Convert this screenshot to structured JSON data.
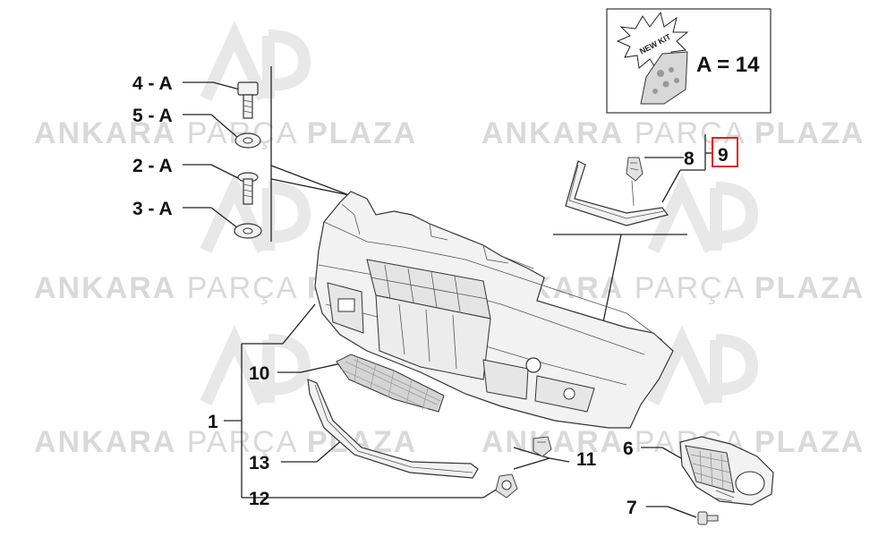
{
  "watermark": {
    "word1": "ANKARA",
    "word2": "PARÇA",
    "word3": "PLAZA"
  },
  "kit_box": {
    "burst_text": "NEW KIT",
    "equation": "A = 14"
  },
  "callouts": {
    "c4": "4 - A",
    "c5": "5 - A",
    "c2": "2 - A",
    "c3": "3 - A",
    "c8": "8",
    "c9": "9",
    "c10": "10",
    "c1": "1",
    "c13": "13",
    "c12": "12",
    "c11": "11",
    "c6": "6",
    "c7": "7"
  },
  "colors": {
    "highlight": "#e02020",
    "watermark": "#d9d9d9"
  }
}
